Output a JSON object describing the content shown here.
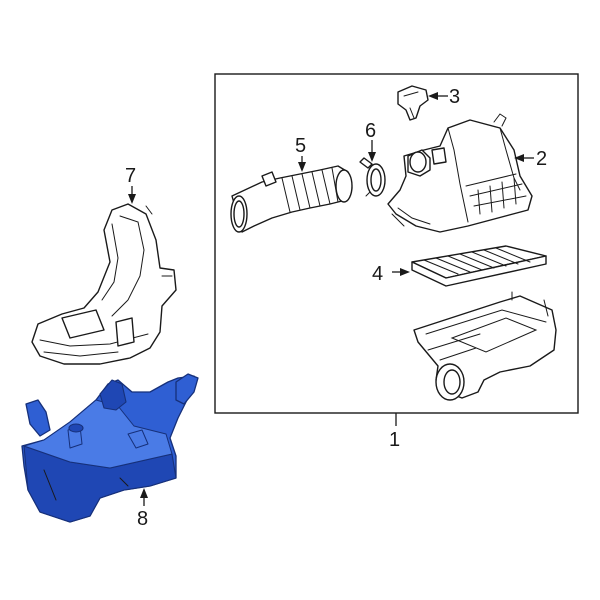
{
  "callouts": {
    "c1": "1",
    "c2": "2",
    "c3": "3",
    "c4": "4",
    "c5": "5",
    "c6": "6",
    "c7": "7",
    "c8": "8"
  },
  "colors": {
    "highlight": "#2f5fd3",
    "line": "#1a1a1a",
    "background": "#ffffff"
  }
}
